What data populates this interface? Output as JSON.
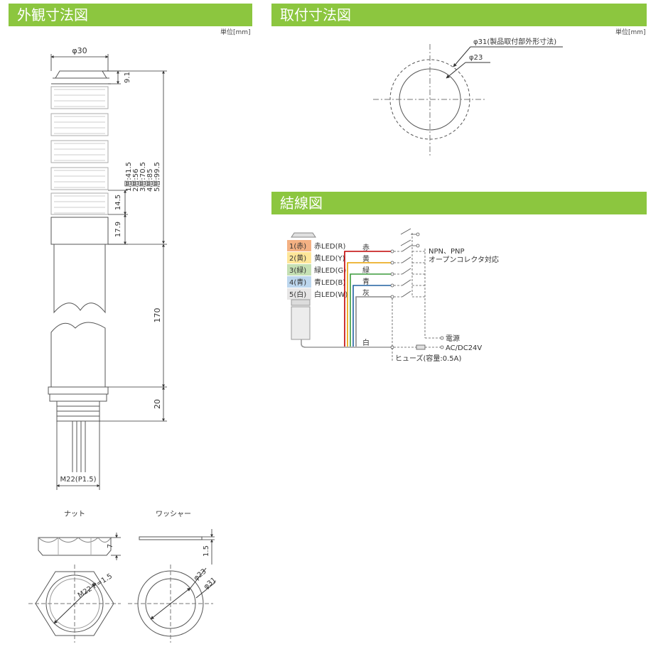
{
  "sections": {
    "outer_dims": "外観寸法図",
    "mount_dims": "取付寸法図",
    "wiring": "結線図"
  },
  "unit_label": "単位[mm]",
  "outer": {
    "dia": "φ30",
    "cap": "9.1",
    "tiers": [
      "1層:41.5",
      "2層:56",
      "3層:70.5",
      "4層:85",
      "5層:99.5"
    ],
    "tier_h": "14.5",
    "base_h": "17.9",
    "pole": "170",
    "bottom": "20",
    "thread": "M22(P1.5)"
  },
  "parts": {
    "nut_label": "ナット",
    "washer_label": "ワッシャー",
    "nut_h": "7",
    "washer_h": "1.5",
    "nut_thread": "M22 P=1.5",
    "washer_inner": "φ23",
    "washer_outer": "φ31"
  },
  "mount": {
    "outer_label": "φ31(製品取付部外形寸法)",
    "inner_label": "φ23"
  },
  "wiring": {
    "leds": [
      {
        "num": "1(赤)",
        "name": "赤LED(R)",
        "color": "#f4b183",
        "wire": "赤",
        "wire_color": "#c00000"
      },
      {
        "num": "2(黄)",
        "name": "黄LED(Y)",
        "color": "#ffe699",
        "wire": "黄",
        "wire_color": "#e8a000"
      },
      {
        "num": "3(緑)",
        "name": "緑LED(G)",
        "color": "#c5e0b4",
        "wire": "緑",
        "wire_color": "#3a9a3a"
      },
      {
        "num": "4(青)",
        "name": "青LED(B)",
        "color": "#bdd7ee",
        "wire": "青",
        "wire_color": "#2060a0"
      },
      {
        "num": "5(白)",
        "name": "白LED(W)",
        "color": "#e7e6e6",
        "wire": "灰",
        "wire_color": "#888888"
      }
    ],
    "common_wire": "白",
    "npn": "NPN、PNP",
    "open_collector": "オープンコレクタ対応",
    "power": "電源",
    "ac_dc": "AC/DC24V",
    "fuse": "ヒューズ(容量:0.5A)"
  }
}
